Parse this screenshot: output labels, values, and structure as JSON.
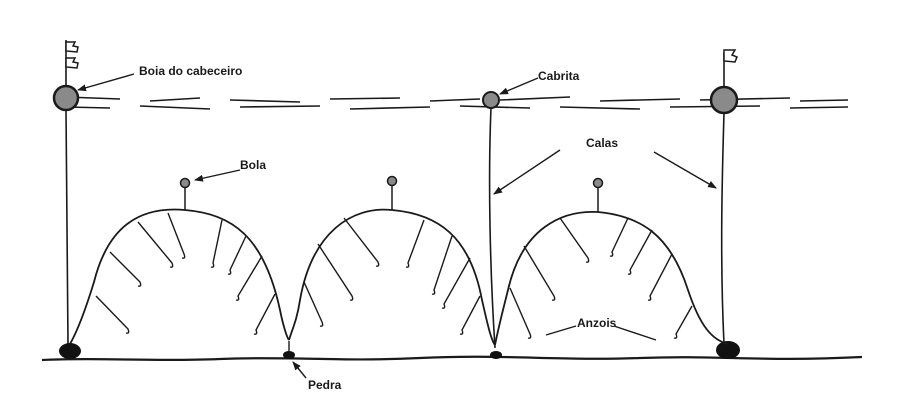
{
  "labels": {
    "head_buoy": "Boia do cabeceiro",
    "cabrita": "Cabrita",
    "float": "Bola",
    "droplines": "Calas",
    "hooks": "Anzois",
    "stone": "Pedra"
  },
  "colors": {
    "ink": "#1a1a1a",
    "buoy_fill": "#8a8a8a",
    "background": "#ffffff"
  },
  "icons": {
    "flag": "flag-icon",
    "buoy": "buoy-icon",
    "anchor": "anchor-weight-icon"
  }
}
